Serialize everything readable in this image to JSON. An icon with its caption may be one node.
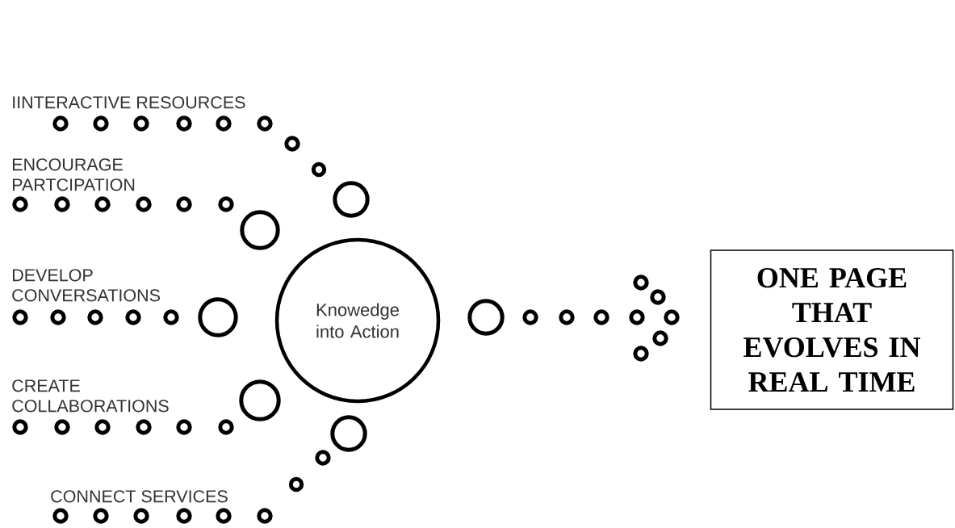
{
  "diagram": {
    "nodes": [
      {
        "text": [
          "Knowedge into Action"
        ]
      },
      {
        "text": [
          "ONE PAGE THAT EVOLVES IN REAL TIME"
        ]
      },
      {
        "text": [
          "IINTERACTIVE RESOURCES"
        ]
      },
      {
        "text": [
          "ENCOURAGE PARTCIPATION"
        ]
      },
      {
        "text": [
          "DEVELOP CONVERSATIONS"
        ]
      },
      {
        "text": [
          "CREATE COLLABORATIONS"
        ]
      },
      {
        "text": [
          "CONNECT SERVICES"
        ]
      }
    ],
    "edges": [
      {
        "from": 2,
        "to": 0,
        "arrow": "none"
      },
      {
        "from": 3,
        "to": 0,
        "arrow": "none"
      },
      {
        "from": 4,
        "to": 0,
        "arrow": "none"
      },
      {
        "from": 5,
        "to": 0,
        "arrow": "none"
      },
      {
        "from": 6,
        "to": 0,
        "arrow": "none"
      },
      {
        "from": 0,
        "to": 1,
        "arrow": "to"
      }
    ]
  }
}
